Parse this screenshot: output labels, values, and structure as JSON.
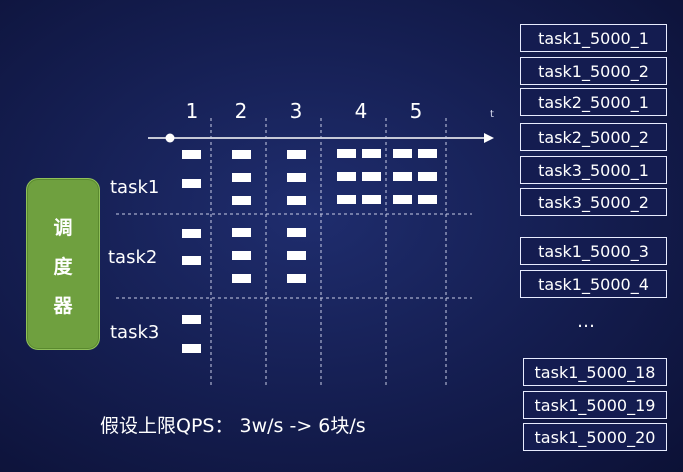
{
  "scheduler": {
    "chars": [
      "调",
      "度",
      "器"
    ]
  },
  "timeline": {
    "axis_label": "t",
    "columns": [
      "1",
      "2",
      "3",
      "4",
      "5"
    ]
  },
  "rows": [
    "task1",
    "task2",
    "task3"
  ],
  "queue": {
    "group1": [
      "task1_5000_1",
      "task1_5000_2",
      "task2_5000_1",
      "task2_5000_2",
      "task3_5000_1",
      "task3_5000_2"
    ],
    "group2": [
      "task1_5000_3",
      "task1_5000_4"
    ],
    "ellipsis": "…",
    "group3": [
      "task1_5000_18",
      "task1_5000_19",
      "task1_5000_20"
    ]
  },
  "caption": "假设上限QPS： 3w/s  -> 6块/s",
  "colors": {
    "background": "#141d4f",
    "scheduler": "#6fa03f",
    "block": "#ffffff",
    "box_border": "#e8ecff"
  }
}
